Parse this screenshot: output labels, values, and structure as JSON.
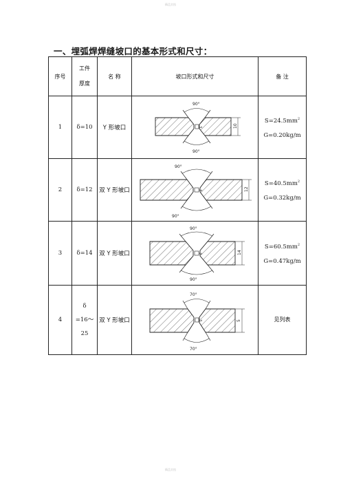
{
  "page": {
    "header_faint": "精品文档",
    "footer_faint": "精品文档",
    "title": "一、埋弧焊焊缝坡口的基本形式和尺寸："
  },
  "table": {
    "headers": {
      "seq": "序号",
      "thickness_line1": "工件",
      "thickness_line2": "厚度",
      "name": "名  称",
      "form": "坡口形式和尺寸",
      "remark": "备    注"
    },
    "rows": [
      {
        "seq": "1",
        "thickness": "δ=10",
        "name": "Y 形坡口",
        "angle_top": "90°",
        "angle_bottom": "90°",
        "root": "3",
        "dim": "10",
        "remark_area_prefix": "S=24.5mm",
        "remark_area_sup": "2",
        "remark_weight": "G=0.20kg/m"
      },
      {
        "seq": "2",
        "thickness": "δ=12",
        "name": "双 Y 形坡口",
        "angle_top": "90°",
        "angle_bottom": "90°",
        "root": "3",
        "dim": "12",
        "remark_area_prefix": "S=40.5mm",
        "remark_area_sup": "2",
        "remark_weight": "G=0.32kg/m"
      },
      {
        "seq": "3",
        "thickness": "δ=14",
        "name": "双 Y 形坡口",
        "angle_top": "90°",
        "angle_bottom": "90°",
        "root": "3",
        "dim": "14",
        "remark_area_prefix": "S=60.5mm",
        "remark_area_sup": "2",
        "remark_weight": "G=0.47kg/m"
      },
      {
        "seq": "4",
        "thickness_line1": "δ",
        "thickness_line2": "=16～",
        "thickness_line3": "25",
        "name": "双 Y 形坡口",
        "angle_top": "70°",
        "angle_bottom": "70°",
        "root": "3",
        "dim": "5",
        "remark": "见列表"
      }
    ]
  }
}
